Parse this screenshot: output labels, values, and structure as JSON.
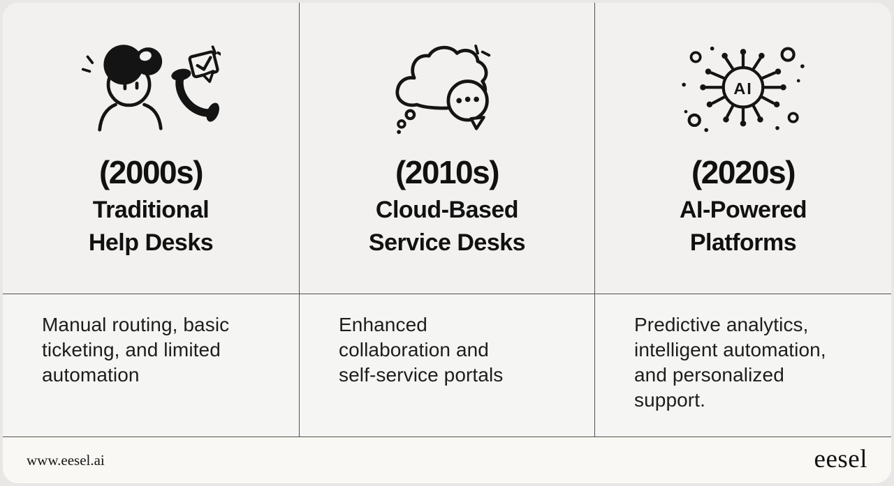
{
  "card": {
    "columns": [
      {
        "decade": "(2000s)",
        "title_lines": [
          "Traditional",
          "Help Desks"
        ],
        "description_lines": [
          "Manual routing, basic",
          "ticketing, and limited",
          "automation"
        ],
        "icon": "support-agent-phone-icon"
      },
      {
        "decade": "(2010s)",
        "title_lines": [
          "Cloud-Based",
          "Service Desks"
        ],
        "description_lines": [
          "Enhanced",
          "collaboration and",
          "self-service portals"
        ],
        "icon": "cloud-chat-icon"
      },
      {
        "decade": "(2020s)",
        "title_lines": [
          "AI-Powered",
          "Platforms"
        ],
        "description_lines": [
          "Predictive analytics,",
          "intelligent automation,",
          "and personalized",
          "support."
        ],
        "icon": "ai-chip-icon"
      }
    ],
    "icons": {
      "ai_chip_label": "AI"
    },
    "footer": {
      "website": "www.eesel.ai",
      "brand": "eesel"
    },
    "colors": {
      "outer_background": "#e8e7e5",
      "panel_background": "#f2f1ef",
      "description_background": "#f5f5f3",
      "footer_background": "#f9f8f4",
      "divider": "#505050",
      "ink": "#111111"
    }
  }
}
